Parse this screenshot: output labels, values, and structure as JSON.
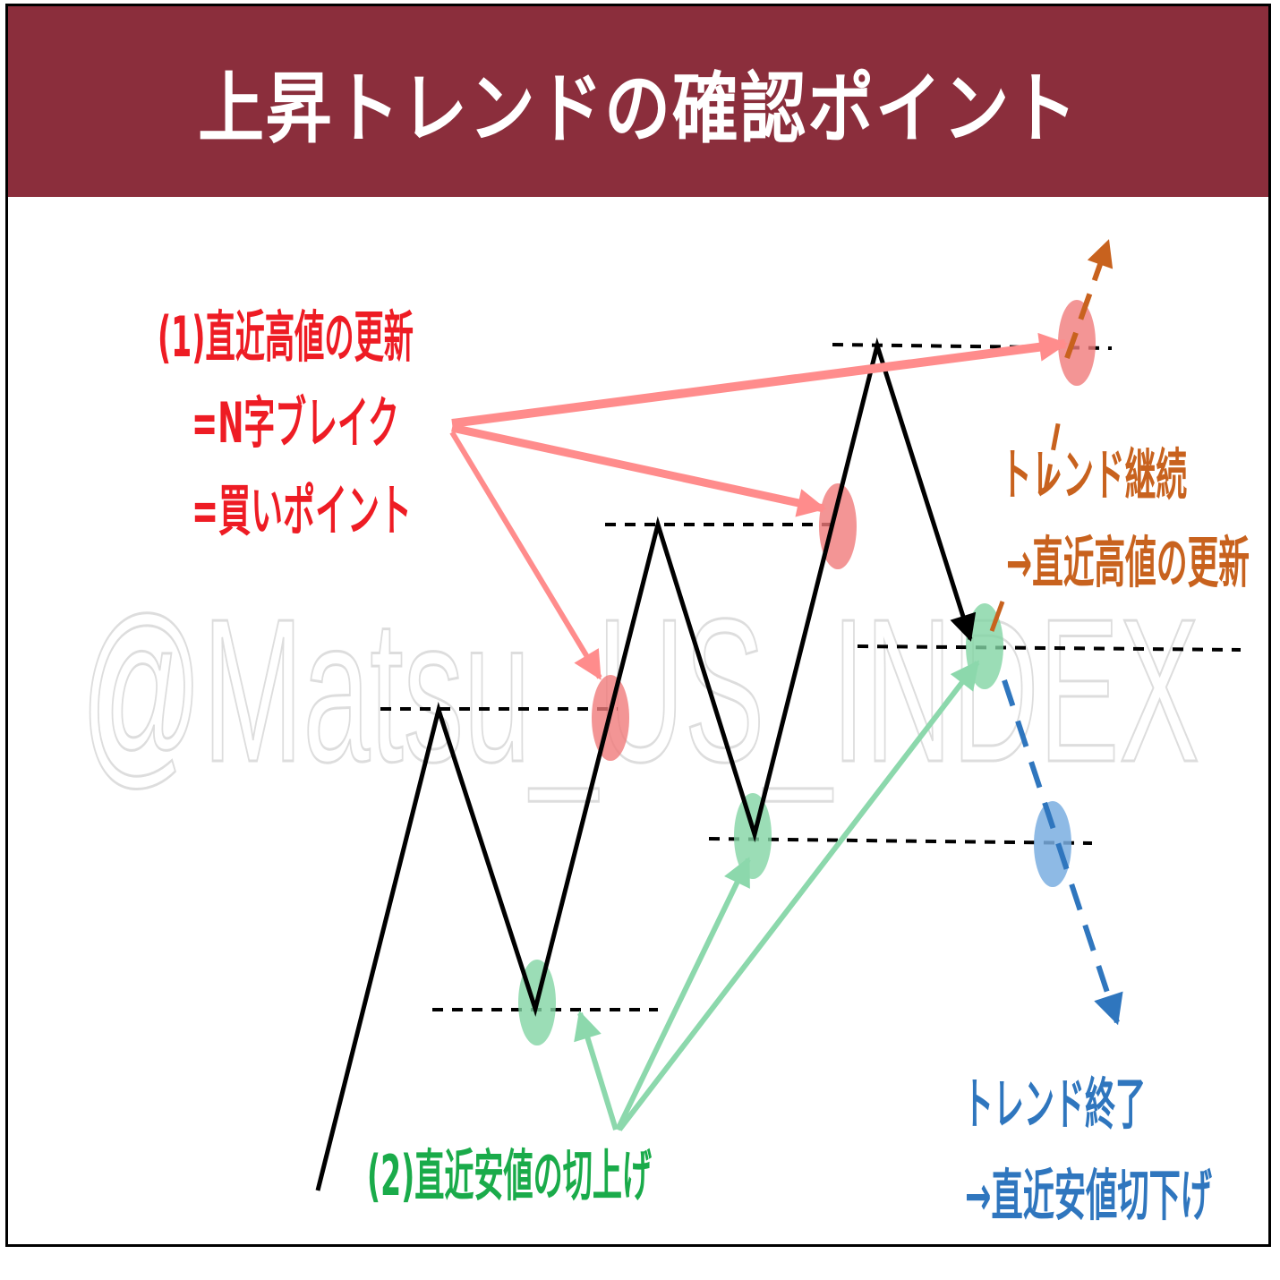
{
  "title": "上昇トレンドの確認ポイント",
  "watermark": "@Matsu_US_INDEX",
  "labels": {
    "high_update": [
      "(1)直近高値の更新",
      "=N字ブレイク",
      "=買いポイント"
    ],
    "low_raise": "(2)直近安値の切上げ",
    "continue": [
      "トレンド継続",
      "→直近高値の更新"
    ],
    "end": [
      "トレンド終了",
      "→直近安値切下げ"
    ]
  },
  "colors": {
    "header_bg": "#8b2e3c",
    "high_text": "#ee1c24",
    "high_arrow": "#ff8c8c",
    "low_text": "#1aab4a",
    "low_arrow": "#8cd8ac",
    "continue": "#c8621e",
    "end": "#2f76be",
    "price_line": "#000000"
  }
}
